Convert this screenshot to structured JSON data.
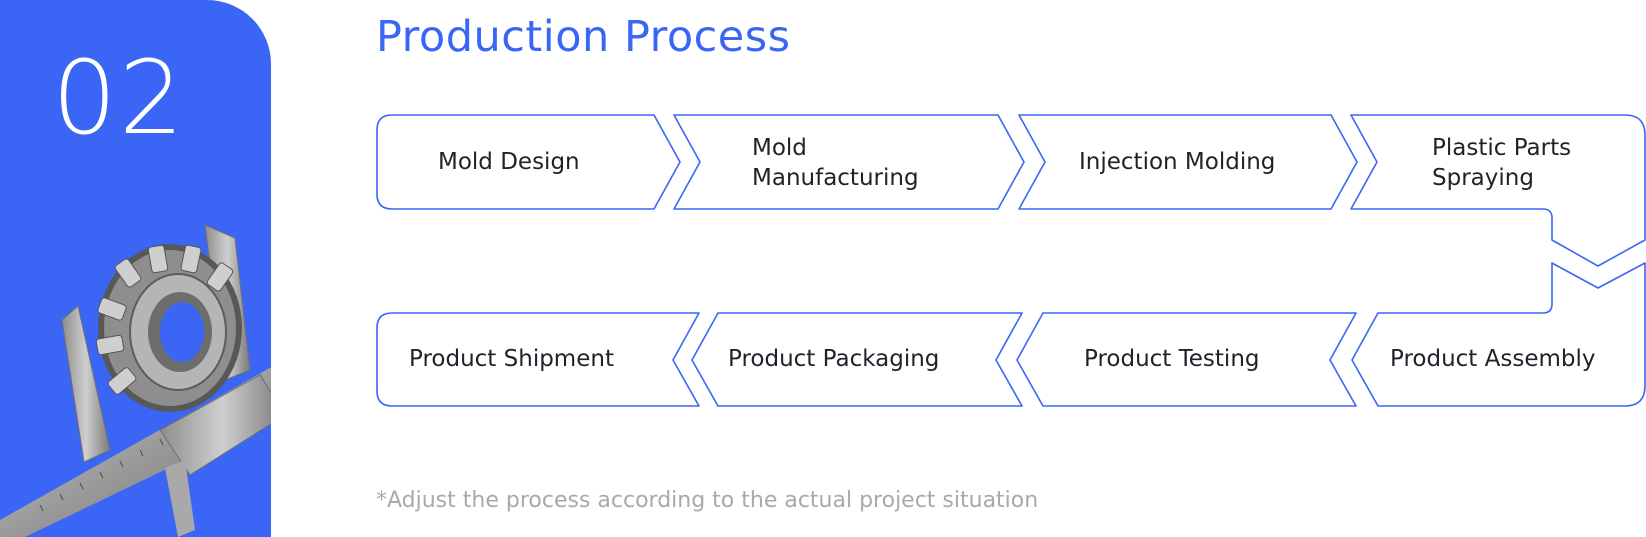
{
  "section": {
    "number": "02"
  },
  "page_title": "Production Process",
  "steps": [
    {
      "label_lines": [
        "Mold Design"
      ]
    },
    {
      "label_lines": [
        "Mold",
        "Manufacturing"
      ]
    },
    {
      "label_lines": [
        "Injection Molding"
      ]
    },
    {
      "label_lines": [
        "Plastic Parts",
        "Spraying"
      ]
    },
    {
      "label_lines": [
        "Product Assembly"
      ]
    },
    {
      "label_lines": [
        "Product Testing"
      ]
    },
    {
      "label_lines": [
        "Product Packaging"
      ]
    },
    {
      "label_lines": [
        "Product Shipment"
      ]
    }
  ],
  "footnote": "*Adjust the process according to the actual project situation",
  "colors": {
    "accent": "#3b66f5",
    "text": "#1f2229",
    "muted": "#a7a9ad"
  },
  "image": {
    "subject": "caliper measuring a tapered roller bearing"
  }
}
